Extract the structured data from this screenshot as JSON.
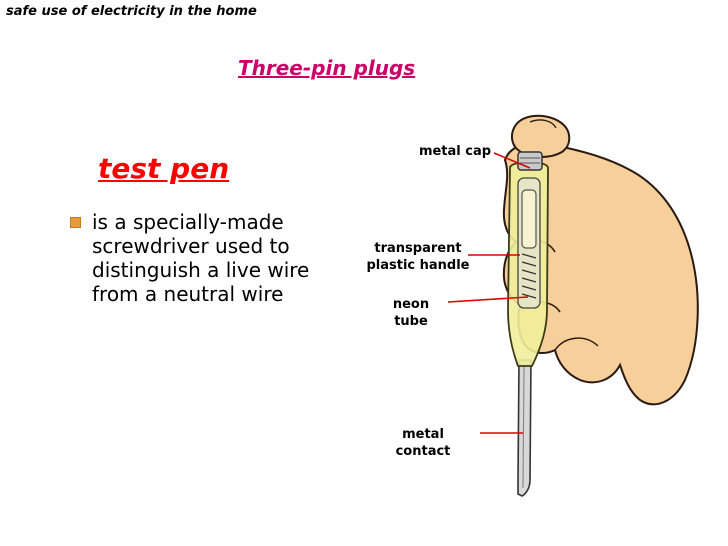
{
  "header": {
    "topic": "safe use of electricity in the home"
  },
  "slide": {
    "title": "Three-pin plugs",
    "term": "test pen",
    "bullets": [
      {
        "text": "is a specially-made screwdriver used to distinguish a live wire from a neutral wire",
        "marker": "square-bullet-icon"
      }
    ]
  },
  "diagram": {
    "labels": {
      "metal_cap": "metal cap",
      "handle": "transparent plastic handle",
      "neon_tube": "neon tube",
      "metal_contact": "metal contact"
    }
  },
  "colors": {
    "title": "#cc0066",
    "term": "#ff0000",
    "bullet": "#e89a3c",
    "leader_line": "#dd0000",
    "handle": "#f1ee9a",
    "skin": "#f6cf9a"
  }
}
